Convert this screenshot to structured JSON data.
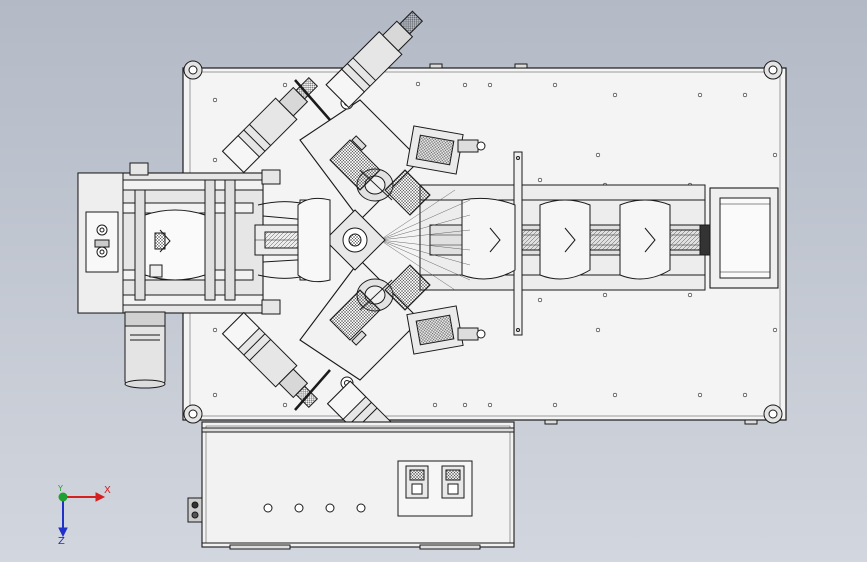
{
  "viewport": {
    "background_top": "#b3bac6",
    "background_bottom": "#d2d6de"
  },
  "triad": {
    "x_label": "X",
    "y_label": "Y",
    "z_label": "Z",
    "x_color": "#d42020",
    "y_color": "#20a030",
    "z_color": "#2030c8"
  },
  "model": {
    "line_color": "#1a1a1a",
    "plate_fill": "#f4f4f4",
    "part_fill": "#e8e8e8"
  }
}
